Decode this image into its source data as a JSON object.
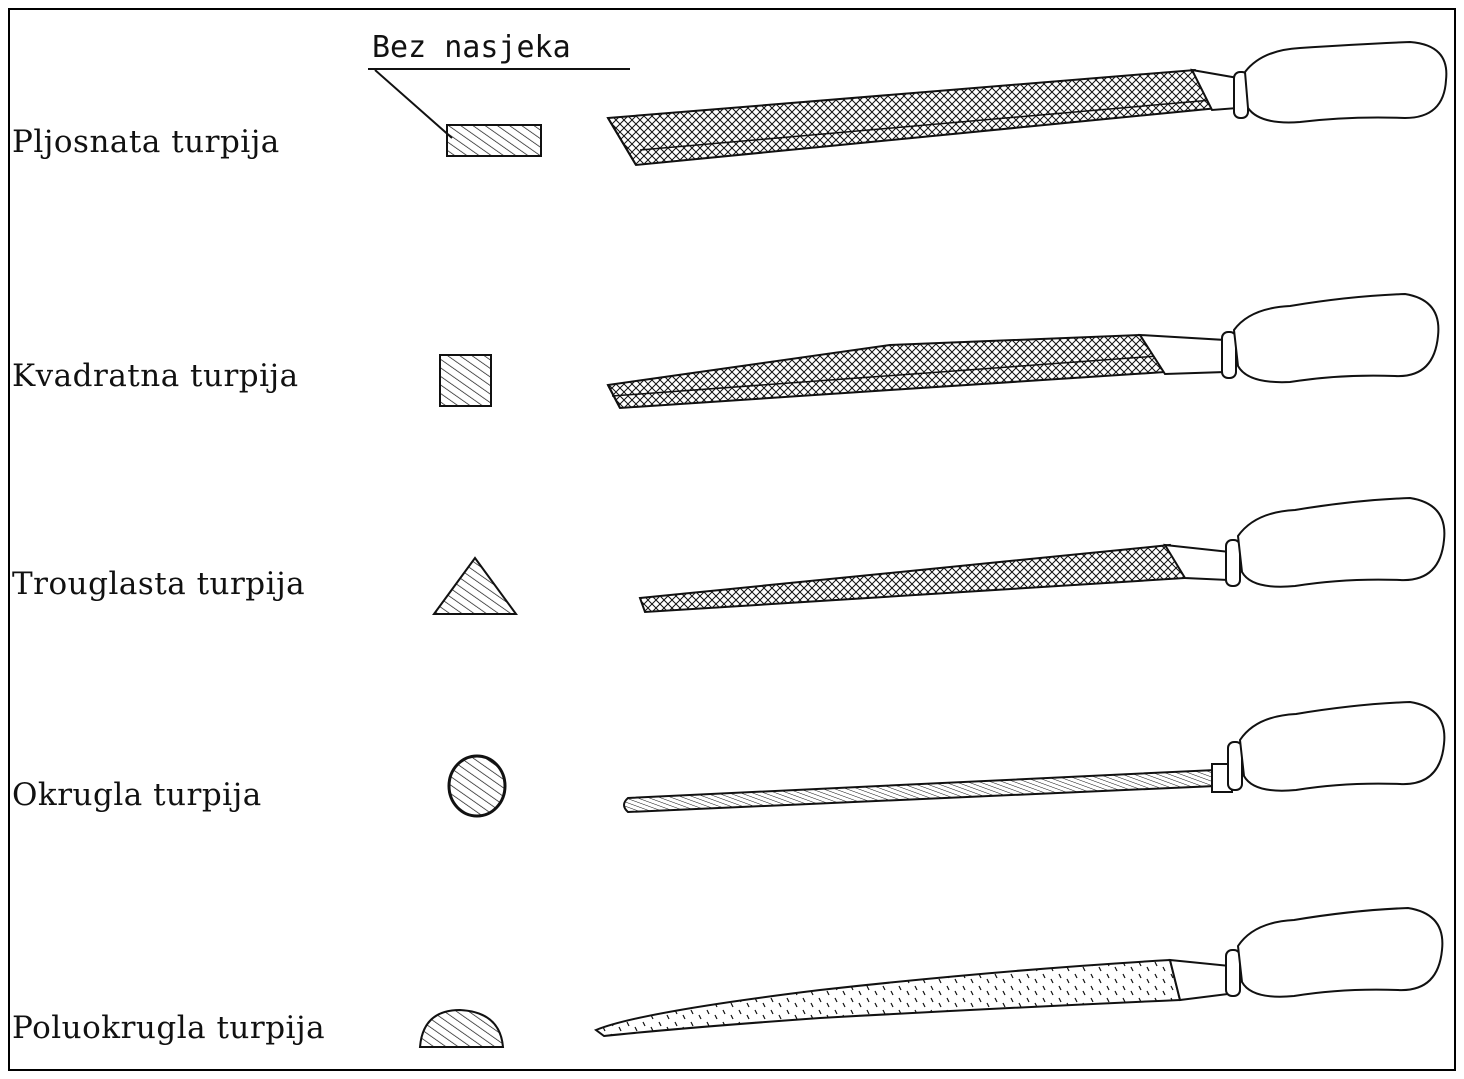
{
  "callout": {
    "label": "Bez nasjeka"
  },
  "files": [
    {
      "label": "Pljosnata turpija",
      "section": "rectangle"
    },
    {
      "label": "Kvadratna turpija",
      "section": "square"
    },
    {
      "label": "Trouglasta turpija",
      "section": "triangle"
    },
    {
      "label": "Okrugla turpija",
      "section": "circle"
    },
    {
      "label": "Poluokrugla turpija",
      "section": "half-circle"
    }
  ],
  "colors": {
    "ink": "#111111",
    "background": "#ffffff"
  }
}
